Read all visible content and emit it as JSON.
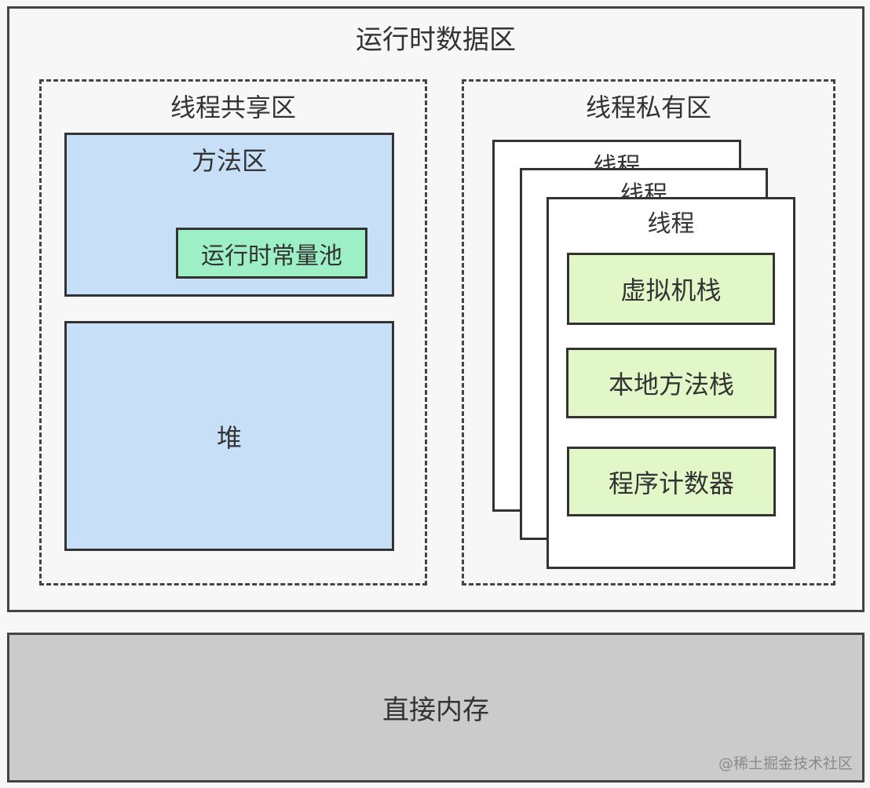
{
  "diagram": {
    "runtime_area": {
      "label": "运行时数据区"
    },
    "shared_area": {
      "label": "线程共享区",
      "method_area": {
        "label": "方法区",
        "constant_pool": {
          "label": "运行时常量池"
        }
      },
      "heap": {
        "label": "堆"
      }
    },
    "private_area": {
      "label": "线程私有区",
      "threads": [
        {
          "label": "线程"
        },
        {
          "label": "线程"
        },
        {
          "label": "线程"
        }
      ],
      "components": [
        {
          "label": "虚拟机栈"
        },
        {
          "label": "本地方法栈"
        },
        {
          "label": "程序计数器"
        }
      ]
    },
    "direct_memory": {
      "label": "直接内存"
    }
  },
  "watermark": "@稀土掘金技术社区",
  "colors": {
    "method_area_fill": "#c8e0f7",
    "heap_fill": "#c8e0f7",
    "constant_pool_fill": "#9df0c5",
    "thread_component_fill": "#e2f7c8",
    "thread_fill": "#ffffff",
    "direct_memory_fill": "#cbcbcb",
    "border": "#333333",
    "background": "#f7f7f7"
  }
}
